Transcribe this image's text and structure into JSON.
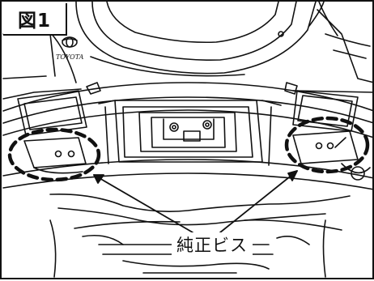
{
  "figure": {
    "label": "図1",
    "brand_text": "TOYOTA",
    "callout_text": "純正ビス"
  },
  "colors": {
    "line": "#111111",
    "background": "#ffffff"
  }
}
